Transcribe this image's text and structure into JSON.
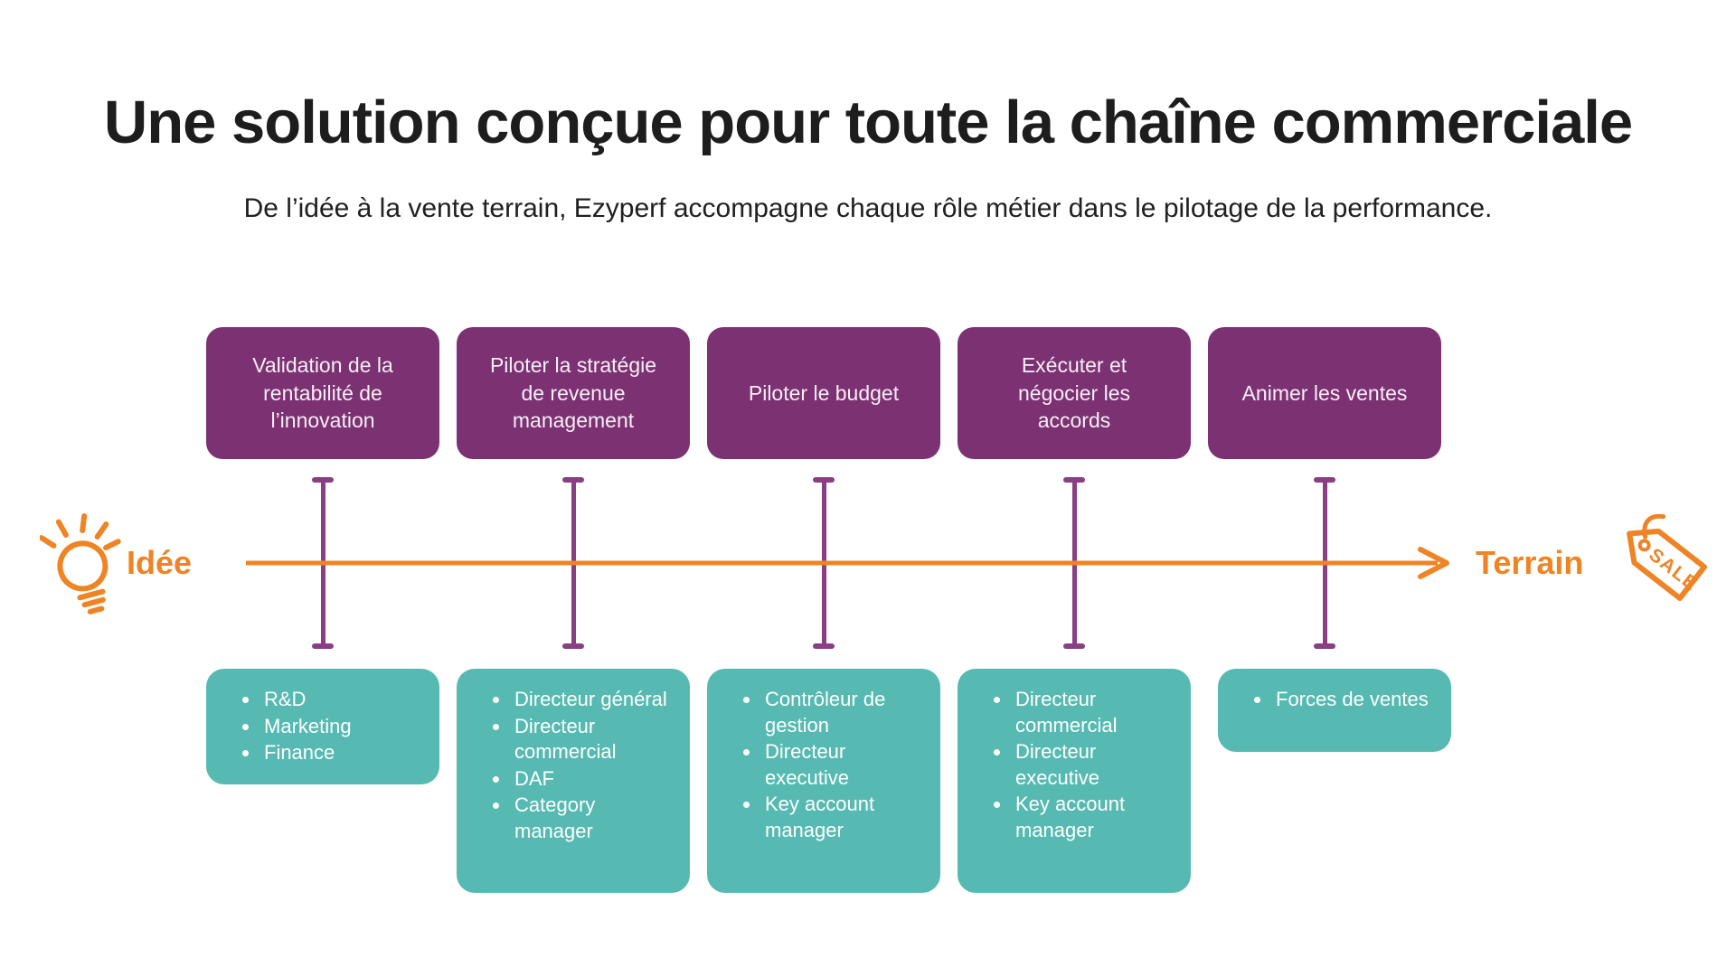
{
  "header": {
    "title": "Une solution conçue pour toute la chaîne commerciale",
    "subtitle": "De l’idée à la vente terrain, Ezyperf accompagne chaque rôle métier dans le pilotage de la performance."
  },
  "timeline": {
    "start_label": "Idée",
    "end_label": "Terrain",
    "start_icon": "lightbulb-icon",
    "end_icon": "sale-tag-icon",
    "sale_tag_text": "SALE"
  },
  "columns": [
    {
      "task": "Validation de la rentabilité de l’innovation",
      "roles": [
        "R&D",
        "Marketing",
        "Finance"
      ]
    },
    {
      "task": "Piloter la stratégie de revenue management",
      "roles": [
        "Directeur général",
        "Directeur commercial",
        "DAF",
        "Category manager"
      ]
    },
    {
      "task": "Piloter le budget",
      "roles": [
        "Contrôleur de gestion",
        "Directeur executive",
        "Key account manager"
      ]
    },
    {
      "task": "Exécuter et négocier les accords",
      "roles": [
        "Directeur commercial",
        "Directeur executive",
        "Key account manager"
      ]
    },
    {
      "task": "Animer les ventes",
      "roles": [
        "Forces de ventes"
      ]
    }
  ],
  "colors": {
    "purple": "#7c3172",
    "purple_line": "#8a3f84",
    "teal": "#56bab2",
    "orange": "#ee8424",
    "ink": "#1d1d1d"
  }
}
